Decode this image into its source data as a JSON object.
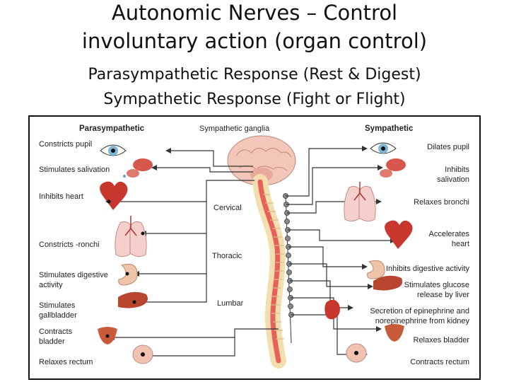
{
  "slide": {
    "title_line1": "Autonomic Nerves – Control",
    "title_line2": "involuntary action (organ control)",
    "subtitle_line1": "Parasympathetic Response (Rest & Digest)",
    "subtitle_line2": "Sympathetic Response (Fight or Flight)"
  },
  "diagram": {
    "headers": {
      "parasympathetic": "Parasympathetic",
      "ganglia": "Sympathetic ganglia",
      "sympathetic": "Sympathetic"
    },
    "spine_regions": {
      "cervical": "Cervical",
      "thoracic": "Thoracic",
      "lumbar": "Lumbar"
    },
    "parasympathetic_effects": {
      "pupil": "Constricts pupil",
      "salivation": "Stimulates salivation",
      "heart": "Inhibits heart",
      "bronchi": "Constricts  -ronchi",
      "digestive_1": "Stimulates digestive",
      "digestive_2": "activity",
      "gallbladder_1": "Stimulates",
      "gallbladder_2": "gallbladder",
      "bladder_1": "Contracts",
      "bladder_2": "bladder",
      "rectum": "Relaxes rectum"
    },
    "sympathetic_effects": {
      "pupil": "Dilates pupil",
      "salivation_1": "Inhibits",
      "salivation_2": "salivation",
      "bronchi": "Relaxes bronchi",
      "heart_1": "Accelerates",
      "heart_2": "heart",
      "digestive": "Inhibits digestive activity",
      "glucose_1": "Stimulates glucose",
      "glucose_2": "release by liver",
      "kidney_1": "Secretion of epinephrine and",
      "kidney_2": "norepinephrine from kidney",
      "bladder": "Relaxes bladder",
      "rectum": "Contracts rectum"
    },
    "colors": {
      "border": "#111111",
      "nerve": "#333333",
      "spinal_cord": "#e8605a",
      "vertebrae": "#f3dfae",
      "brain": "#f2c6b8",
      "organ_red": "#c8372d",
      "lung": "#f4cfcb",
      "eye_iris": "#7fb6d8",
      "liver": "#b8452e",
      "stomach": "#efc4a8"
    }
  }
}
